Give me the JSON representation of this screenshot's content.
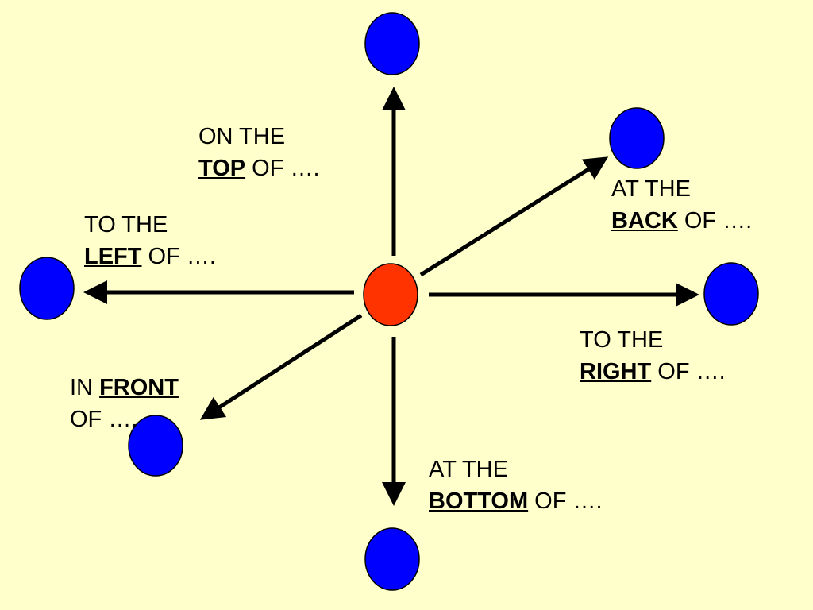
{
  "colors": {
    "background": "#ffffcc",
    "center_circle": "#ff3300",
    "outer_circle": "#0000ff",
    "stroke": "#000000"
  },
  "labels": {
    "top": {
      "line1": "ON THE",
      "key": "TOP",
      "rest": " OF …."
    },
    "back": {
      "line1": "AT THE",
      "key": "BACK",
      "rest": " OF …."
    },
    "left": {
      "line1": "TO THE",
      "key": "LEFT",
      "rest": " OF …."
    },
    "right": {
      "line1": "TO THE",
      "key": "RIGHT",
      "rest": " OF …."
    },
    "front": {
      "prefix": "IN ",
      "key": "FRONT",
      "line2": "OF …."
    },
    "bottom": {
      "line1": "AT THE",
      "key": "BOTTOM",
      "rest": " OF …."
    }
  }
}
